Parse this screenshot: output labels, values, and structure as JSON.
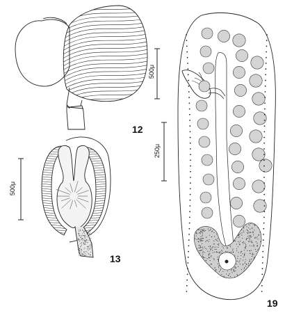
{
  "figures": [
    {
      "id": "fig12",
      "number": "12",
      "scale": "500μ"
    },
    {
      "id": "fig13",
      "number": "13",
      "scale": "500μ"
    },
    {
      "id": "fig19",
      "number": "19",
      "scale": "250μ"
    }
  ]
}
